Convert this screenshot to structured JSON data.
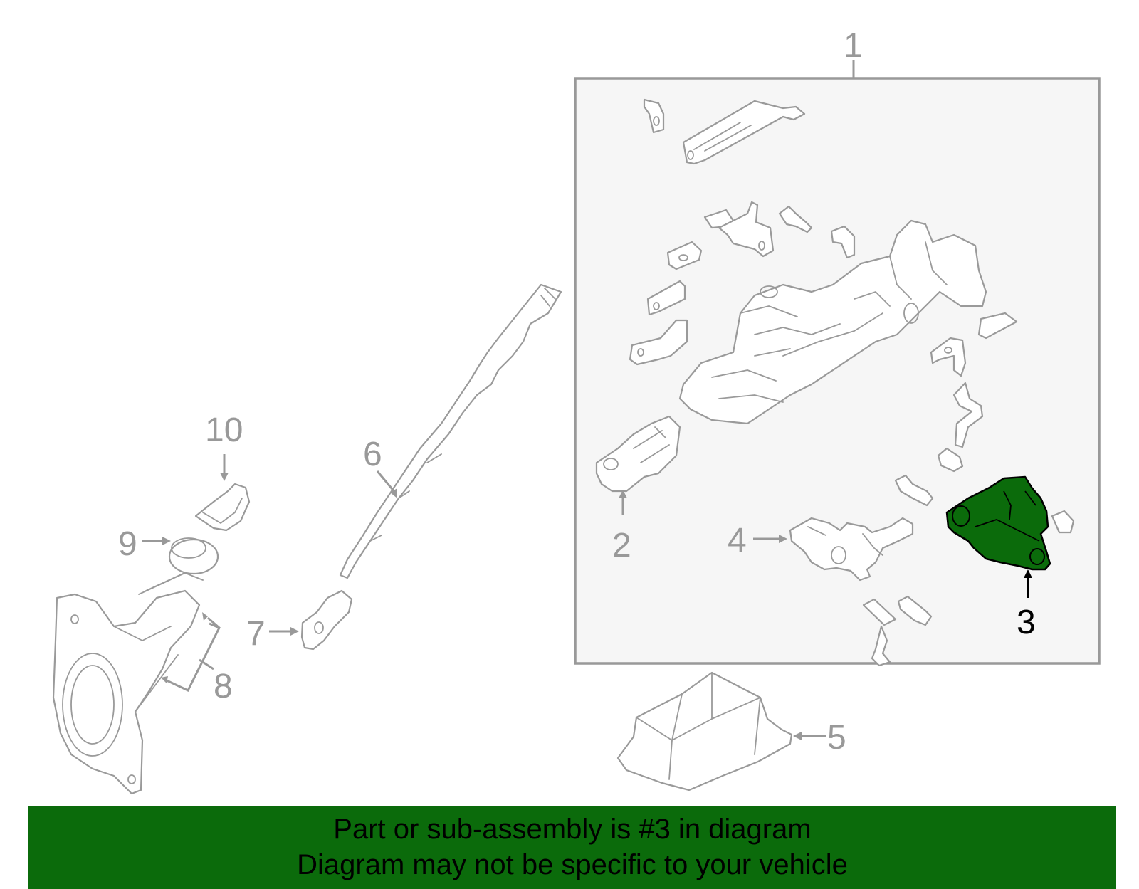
{
  "callouts": {
    "c1": "1",
    "c2": "2",
    "c3": "3",
    "c4": "4",
    "c5": "5",
    "c6": "6",
    "c7": "7",
    "c8": "8",
    "c9": "9",
    "c10": "10"
  },
  "highlighted_part": "3",
  "colors": {
    "highlight_fill": "#0b6b0b",
    "banner_background": "#0b6b0b",
    "line_art": "#9a9a9a",
    "assembly_box_fill": "#f6f6f6"
  },
  "footer": {
    "line1": "Part or sub-assembly is #3 in diagram",
    "line2": "Diagram may not be specific to your vehicle"
  }
}
